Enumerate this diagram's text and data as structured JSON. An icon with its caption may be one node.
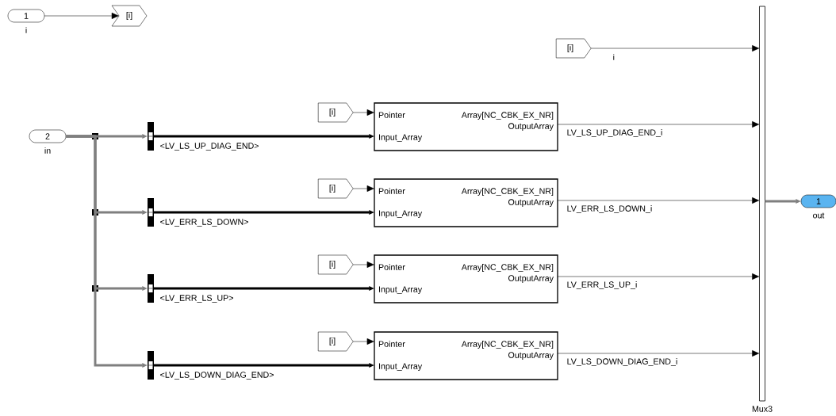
{
  "diagram": {
    "nodes": [
      {
        "text": [
          "1"
        ],
        "beside": [
          "i"
        ]
      },
      {
        "text": [
          "[i]"
        ]
      },
      {
        "text": [
          "[i]"
        ]
      },
      {
        "text": [
          "2"
        ],
        "beside": [
          "in"
        ]
      },
      {
        "text": [],
        "shape": "bar"
      },
      {
        "text": [],
        "shape": "bar"
      },
      {
        "text": [],
        "shape": "bar"
      },
      {
        "text": [],
        "shape": "bar"
      },
      {
        "text": [
          "[i]"
        ]
      },
      {
        "text": [
          "Pointer",
          "Array[NC_CBK_EX_NR]",
          "OutputArray",
          "Input_Array"
        ]
      },
      {
        "text": [
          "[i]"
        ]
      },
      {
        "text": [
          "Pointer",
          "Array[NC_CBK_EX_NR]",
          "OutputArray",
          "Input_Array"
        ]
      },
      {
        "text": [
          "[i]"
        ]
      },
      {
        "text": [
          "Pointer",
          "Array[NC_CBK_EX_NR]",
          "OutputArray",
          "Input_Array"
        ]
      },
      {
        "text": [
          "[i]"
        ]
      },
      {
        "text": [
          "Pointer",
          "Array[NC_CBK_EX_NR]",
          "OutputArray",
          "Input_Array"
        ]
      },
      {
        "text": [],
        "shape": "bar",
        "beside": [
          "Mux3"
        ]
      },
      {
        "text": [
          "1"
        ],
        "beside": [
          "out"
        ]
      }
    ],
    "edges": [
      {
        "from": 0,
        "to": 1,
        "arrow": "to"
      },
      {
        "from": 2,
        "to": 16,
        "arrow": "to",
        "label": "i"
      },
      {
        "from": 3,
        "to": 4,
        "arrow": "to",
        "style": "thick",
        "color": "#7f7f7f"
      },
      {
        "from": 3,
        "to": 5,
        "arrow": "to",
        "style": "thick",
        "color": "#7f7f7f"
      },
      {
        "from": 3,
        "to": 6,
        "arrow": "to",
        "style": "thick",
        "color": "#7f7f7f"
      },
      {
        "from": 3,
        "to": 7,
        "arrow": "to",
        "style": "thick",
        "color": "#7f7f7f"
      },
      {
        "from": 8,
        "to": 9,
        "arrow": "to"
      },
      {
        "from": 4,
        "to": 9,
        "arrow": "to",
        "style": "thick",
        "label": "<LV_LS_UP_DIAG_END>"
      },
      {
        "from": 9,
        "to": 16,
        "arrow": "to",
        "label": "LV_LS_UP_DIAG_END_i"
      },
      {
        "from": 10,
        "to": 11,
        "arrow": "to"
      },
      {
        "from": 5,
        "to": 11,
        "arrow": "to",
        "style": "thick",
        "label": "<LV_ERR_LS_DOWN>"
      },
      {
        "from": 11,
        "to": 16,
        "arrow": "to",
        "label": "LV_ERR_LS_DOWN_i"
      },
      {
        "from": 12,
        "to": 13,
        "arrow": "to"
      },
      {
        "from": 6,
        "to": 13,
        "arrow": "to",
        "style": "thick",
        "label": "<LV_ERR_LS_UP>"
      },
      {
        "from": 13,
        "to": 16,
        "arrow": "to",
        "label": "LV_ERR_LS_UP_i"
      },
      {
        "from": 14,
        "to": 15,
        "arrow": "to"
      },
      {
        "from": 7,
        "to": 15,
        "arrow": "to",
        "style": "thick",
        "label": "<LV_LS_DOWN_DIAG_END>"
      },
      {
        "from": 15,
        "to": 16,
        "arrow": "to",
        "label": "LV_LS_DOWN_DIAG_END_i"
      },
      {
        "from": 16,
        "to": 17,
        "arrow": "to",
        "style": "thick",
        "color": "#7f7f7f"
      }
    ]
  }
}
